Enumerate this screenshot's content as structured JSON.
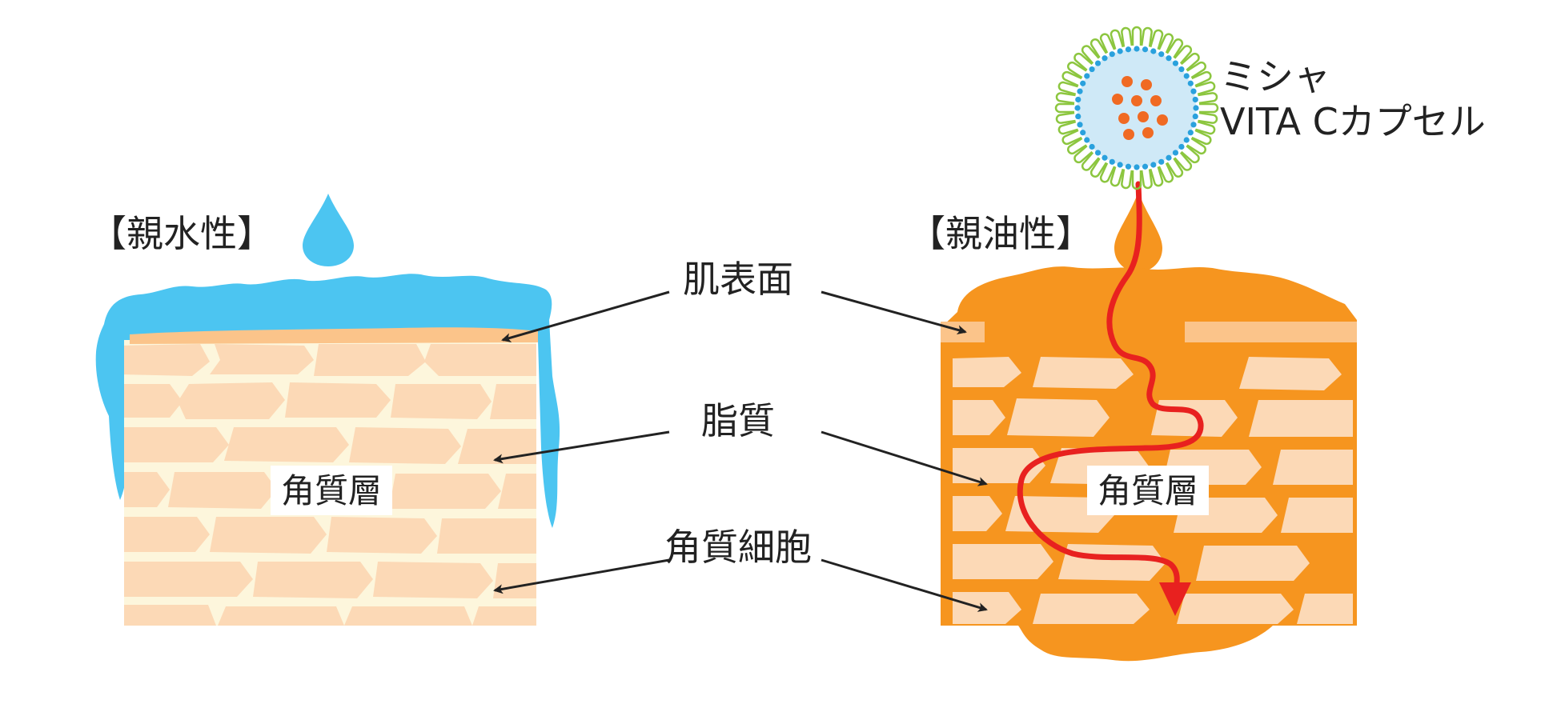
{
  "left_panel": {
    "title": "【親水性】",
    "layer_label": "角質層"
  },
  "right_panel": {
    "title": "【親油性】",
    "layer_label": "角質層"
  },
  "callouts": {
    "skin_surface": "肌表面",
    "lipid": "脂質",
    "corneocyte": "角質細胞"
  },
  "capsule": {
    "line1": "ミシャ",
    "line2": "VITA Cカプセル"
  },
  "colors": {
    "water": "#4cc5f1",
    "oil": "#f6951f",
    "oil_light": "#fbc48a",
    "cell": "#fcd9b6",
    "lipid_cream": "#fdf6dc",
    "penetration_arrow": "#e8211f",
    "membrane": "#8cc63f",
    "capsule_core": "#cfe9f7",
    "capsule_dots": "#2aa1dd",
    "capsule_particles": "#f06a23",
    "text": "#222222"
  }
}
